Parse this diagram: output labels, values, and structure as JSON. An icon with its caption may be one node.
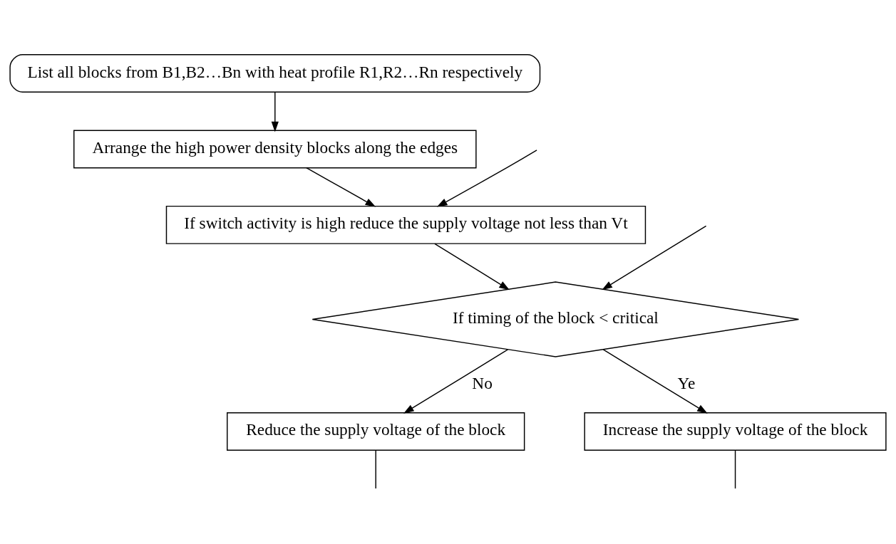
{
  "diagram": {
    "nodes": [
      {
        "text": [
          "List all blocks from B1,B2…Bn with heat profile R1,R2…Rn respectively"
        ]
      },
      {
        "text": [
          "Arrange the high power density blocks along the edges"
        ]
      },
      {
        "text": [
          "If switch activity is high reduce the supply voltage not less than Vt"
        ]
      },
      {
        "text": [
          "If timing of the block < critical"
        ]
      },
      {
        "text": [
          "Reduce the supply voltage of the block"
        ]
      },
      {
        "text": [
          "Increase the supply voltage of the block"
        ]
      }
    ],
    "edges": [
      {
        "from": 0,
        "to": 1,
        "arrow": "to"
      },
      {
        "from": 1,
        "to": 2,
        "arrow": "to"
      },
      {
        "from": 2,
        "to": 3,
        "arrow": "to"
      },
      {
        "from": 3,
        "to": 4,
        "arrow": "to",
        "label": "No"
      },
      {
        "from": 3,
        "to": 5,
        "arrow": "to",
        "label": "Ye"
      },
      {
        "from": null,
        "to": 2,
        "arrow": "to"
      },
      {
        "from": null,
        "to": 3,
        "arrow": "to"
      },
      {
        "from": 4,
        "to": null,
        "arrow": "none"
      },
      {
        "from": 5,
        "to": null,
        "arrow": "none"
      }
    ]
  }
}
